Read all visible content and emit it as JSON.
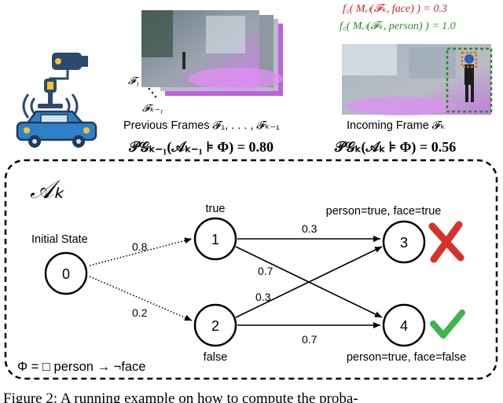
{
  "header": {
    "previous_frames": {
      "caption": "Previous Frames 𝓕₁, . . . , 𝓕ₖ₋₁",
      "stack_label_first": "𝓕₁",
      "stack_label_last": "𝓕ₖ₋₁",
      "probability": "𝒫𝒢ₖ₋₁(𝒜ₖ₋₁ ⊧ Φ) = 0.80"
    },
    "incoming_frame": {
      "caption": "Incoming Frame 𝓕ₖ",
      "probability": "𝒫𝒢ₖ(𝒜ₖ ⊧ Φ) = 0.56",
      "confidence_face": "f꜀( Mᵥₗ(𝓕ₖ, face) ) = 0.3",
      "confidence_person": "f꜀( Mᵥₗ(𝓕ₖ, person) ) = 1.0",
      "face_color": "#c0282d",
      "person_color": "#2f8a2f"
    }
  },
  "automaton": {
    "title": "𝒜ₖ",
    "initial_state_label": "Initial State",
    "states": [
      {
        "id": "0"
      },
      {
        "id": "1",
        "label": "true"
      },
      {
        "id": "2",
        "label": "false"
      },
      {
        "id": "3",
        "label": "person=true, face=true",
        "status": "reject"
      },
      {
        "id": "4",
        "label": "person=true, face=false",
        "status": "accept"
      }
    ],
    "edges": [
      {
        "from": "0",
        "to": "1",
        "prob": "0.8"
      },
      {
        "from": "0",
        "to": "2",
        "prob": "0.2"
      },
      {
        "from": "1",
        "to": "3",
        "prob": "0.3"
      },
      {
        "from": "1",
        "to": "4",
        "prob": "0.7"
      },
      {
        "from": "2",
        "to": "3",
        "prob": "0.3"
      },
      {
        "from": "2",
        "to": "4",
        "prob": "0.7"
      }
    ],
    "specification": "Φ = □ person → ¬face"
  },
  "caption": "Figure 2: A running example on how to compute the proba-",
  "colors": {
    "car_blue": "#2f80c9",
    "reject_red": "#d8302b",
    "accept_green": "#3cb54a",
    "frame_purple": "#c46ae0"
  }
}
